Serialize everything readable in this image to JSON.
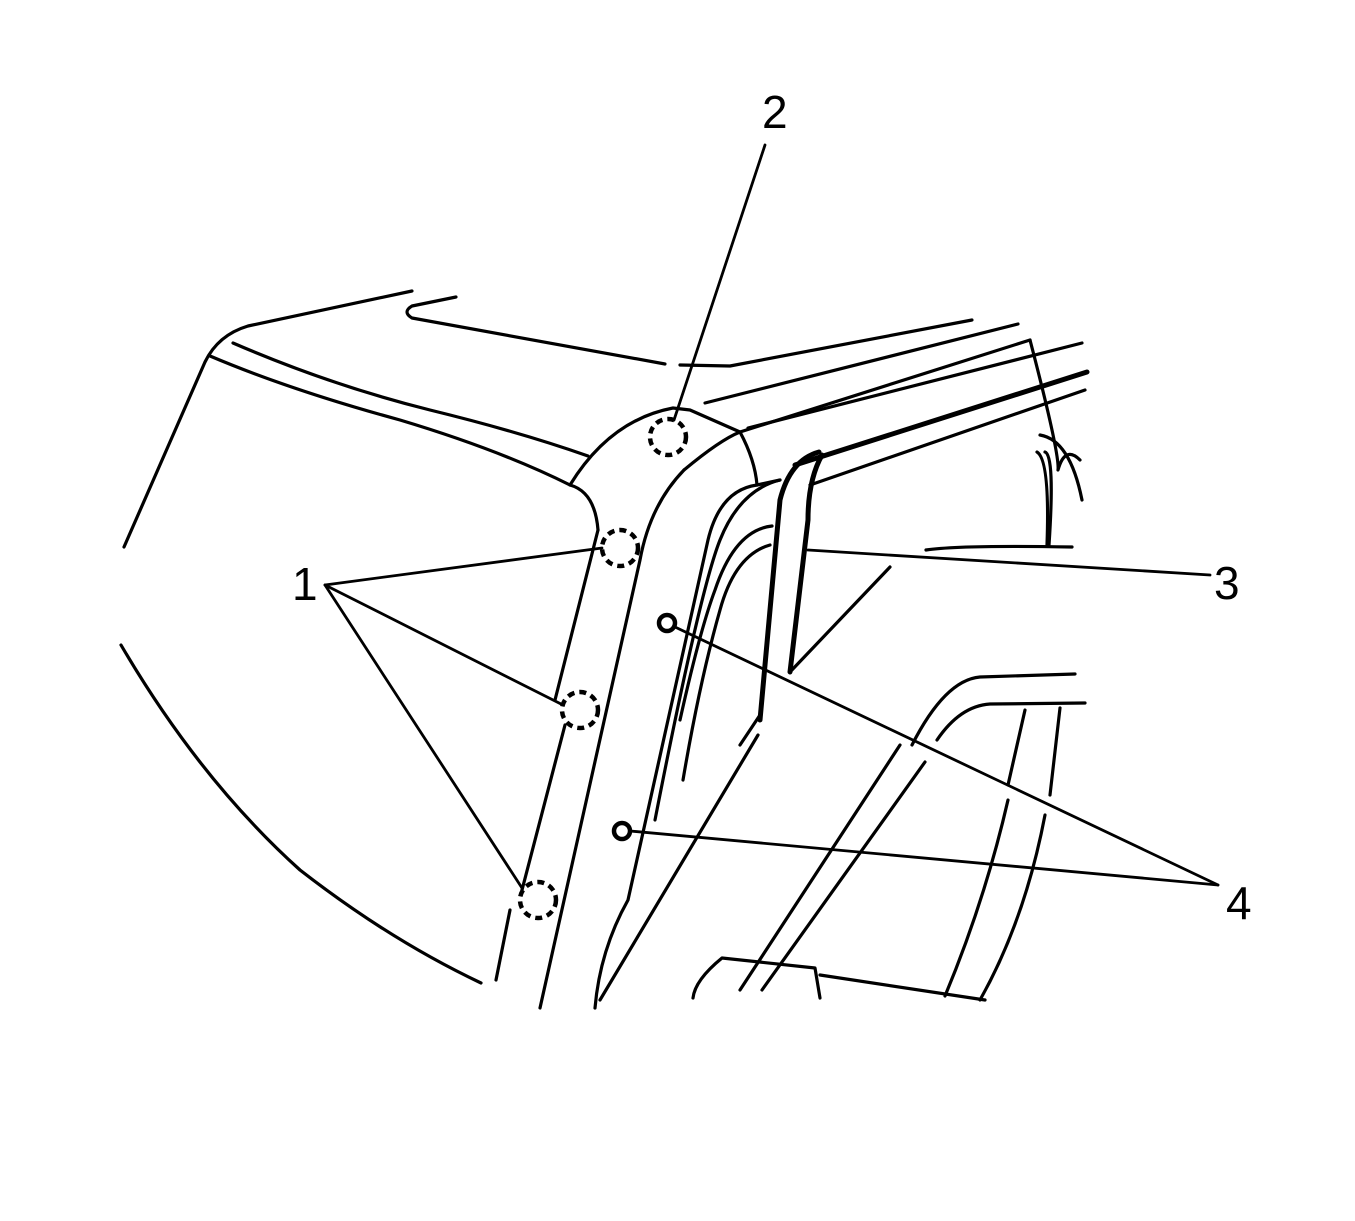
{
  "figure": {
    "type": "technical line drawing",
    "subject": "vehicle pillar and roof panel with fastener locations",
    "background_color": "#ffffff",
    "line_color": "#000000"
  },
  "callouts": [
    {
      "id": "1",
      "label": "1",
      "marker": "dashed-circle",
      "count": 3
    },
    {
      "id": "2",
      "label": "2",
      "marker": "dashed-circle",
      "count": 1
    },
    {
      "id": "3",
      "label": "3",
      "marker": "leader-line",
      "count": 1
    },
    {
      "id": "4",
      "label": "4",
      "marker": "solid-circle",
      "count": 2
    }
  ]
}
